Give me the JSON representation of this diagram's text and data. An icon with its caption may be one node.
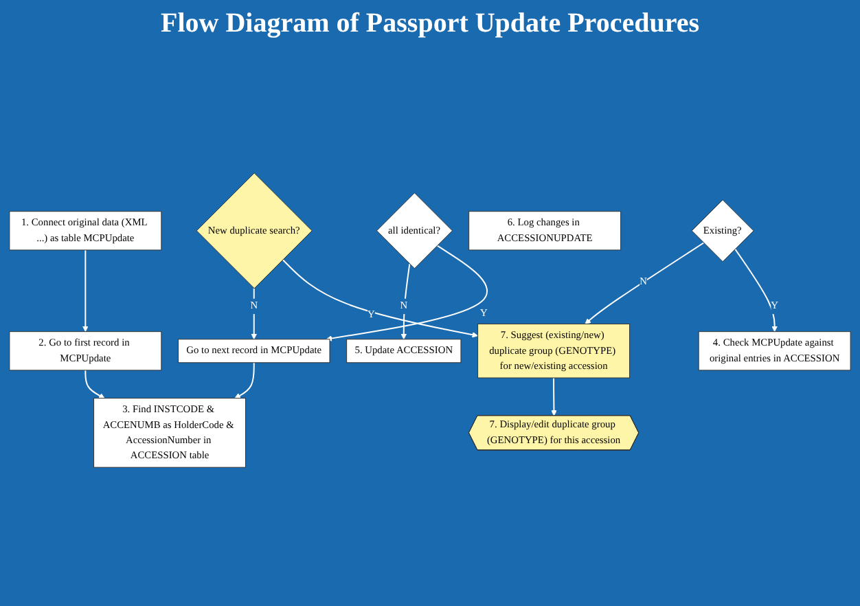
{
  "diagram": {
    "title": "Flow Diagram of Passport Update Procedures",
    "nodes": [
      {
        "text": [
          "1. Connect original data (XML ...) as table MCPUpdate"
        ]
      },
      {
        "text": [
          "2. Go to first record in MCPUpdate"
        ]
      },
      {
        "text": [
          "Go to next record in MCPUpdate"
        ]
      },
      {
        "text": [
          "3. Find INSTCODE & ACCENUMB as HolderCode & AccessionNumber in ACCESSION table"
        ]
      },
      {
        "text": [
          "Existing?"
        ]
      },
      {
        "text": [
          "4. Check MCPUpdate against original entries in ACCESSION"
        ]
      },
      {
        "text": [
          "all identical?"
        ]
      },
      {
        "text": [
          "5. Update ACCESSION"
        ]
      },
      {
        "text": [
          "6. Log changes in ACCESSIONUPDATE"
        ]
      },
      {
        "text": [
          "7. Display/edit duplicate group (GENOTYPE) for this accession"
        ]
      },
      {
        "text": [
          "New duplicate search?"
        ]
      },
      {
        "text": [
          "7. Suggest (existing/new) duplicate group (GENOTYPE) for new/existing accession"
        ]
      }
    ],
    "edges": [
      {
        "from": 0,
        "to": 1,
        "arrow": "to"
      },
      {
        "from": 1,
        "to": 3,
        "arrow": "to"
      },
      {
        "from": 2,
        "to": 3,
        "arrow": "to"
      },
      {
        "from": 4,
        "to": 5,
        "arrow": "to",
        "label": "Y"
      },
      {
        "from": 4,
        "to": 11,
        "arrow": "to",
        "label": "N"
      },
      {
        "from": 6,
        "to": 2,
        "arrow": "to",
        "label": "Y"
      },
      {
        "from": 6,
        "to": 7,
        "arrow": "to",
        "label": "N"
      },
      {
        "from": 11,
        "to": 9,
        "arrow": "to"
      },
      {
        "from": 10,
        "to": 11,
        "arrow": "to",
        "label": "Y"
      },
      {
        "from": 10,
        "to": 2,
        "arrow": "to",
        "label": "N"
      }
    ]
  }
}
